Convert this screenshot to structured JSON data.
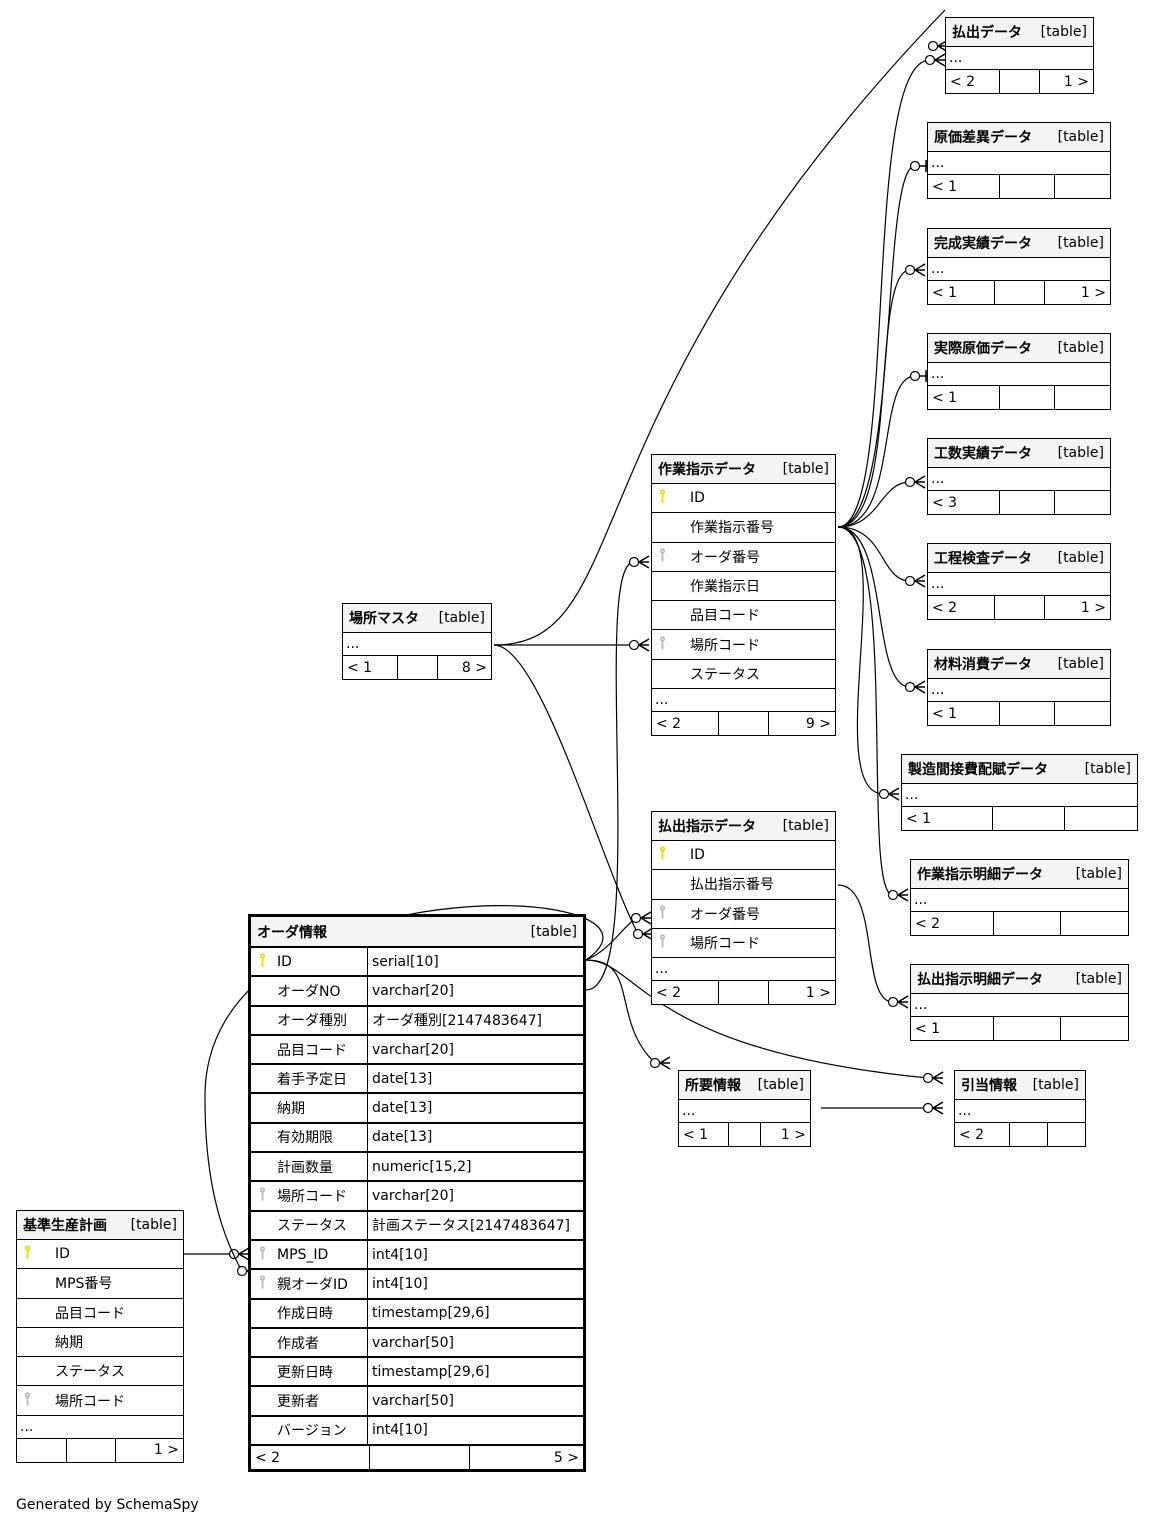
{
  "footer": "Generated by SchemaSpy",
  "type_label": "[table]",
  "ellipsis": "...",
  "colors": {
    "pk_key": "#e0e000",
    "fk_key": "#b8b8b8",
    "header_bg": "#f4f4f4",
    "line": "#000000"
  },
  "tables": {
    "haraidashi_data": {
      "name": "払出データ",
      "parents": "< 2",
      "children": "1 >"
    },
    "genka_sai": {
      "name": "原価差異データ",
      "parents": "< 1",
      "children": ""
    },
    "kansei_jisseki": {
      "name": "完成実績データ",
      "parents": "< 1",
      "children": "1 >"
    },
    "jissai_genka": {
      "name": "実際原価データ",
      "parents": "< 1",
      "children": ""
    },
    "kosu_jisseki": {
      "name": "工数実績データ",
      "parents": "< 3",
      "children": ""
    },
    "kotei_kensa": {
      "name": "工程検査データ",
      "parents": "< 2",
      "children": "1 >"
    },
    "zairyo_shohi": {
      "name": "材料消費データ",
      "parents": "< 1",
      "children": ""
    },
    "seizo_kansetsu": {
      "name": "製造間接費配賦データ",
      "parents": "< 1",
      "children": ""
    },
    "sagyo_meisai": {
      "name": "作業指示明細データ",
      "parents": "< 2",
      "children": ""
    },
    "harai_meisai": {
      "name": "払出指示明細データ",
      "parents": "< 1",
      "children": ""
    },
    "hikiate": {
      "name": "引当情報",
      "parents": "< 2",
      "children": ""
    },
    "shoyo": {
      "name": "所要情報",
      "parents": "< 1",
      "children": "1 >"
    },
    "basho_master": {
      "name": "場所マスタ",
      "parents": "< 1",
      "children": "8 >"
    },
    "sagyo_shiji": {
      "name": "作業指示データ",
      "parents": "< 2",
      "children": "9 >",
      "columns": [
        {
          "name": "ID",
          "key": "pk"
        },
        {
          "name": "作業指示番号",
          "key": ""
        },
        {
          "name": "オーダ番号",
          "key": "fk"
        },
        {
          "name": "作業指示日",
          "key": ""
        },
        {
          "name": "品目コード",
          "key": ""
        },
        {
          "name": "場所コード",
          "key": "fk"
        },
        {
          "name": "ステータス",
          "key": ""
        }
      ]
    },
    "harai_shiji": {
      "name": "払出指示データ",
      "parents": "< 2",
      "children": "1 >",
      "columns": [
        {
          "name": "ID",
          "key": "pk"
        },
        {
          "name": "払出指示番号",
          "key": ""
        },
        {
          "name": "オーダ番号",
          "key": "fk"
        },
        {
          "name": "場所コード",
          "key": "fk"
        }
      ]
    },
    "kijun_seisan": {
      "name": "基準生産計画",
      "parents": "",
      "children": "1 >",
      "columns": [
        {
          "name": "ID",
          "key": "pk"
        },
        {
          "name": "MPS番号",
          "key": ""
        },
        {
          "name": "品目コード",
          "key": ""
        },
        {
          "name": "納期",
          "key": ""
        },
        {
          "name": "ステータス",
          "key": ""
        },
        {
          "name": "場所コード",
          "key": "fk"
        }
      ]
    },
    "order_joho": {
      "name": "オーダ情報",
      "parents": "< 2",
      "children": "5 >",
      "columns": [
        {
          "name": "ID",
          "type": "serial[10]",
          "key": "pk"
        },
        {
          "name": "オーダNO",
          "type": "varchar[20]",
          "key": ""
        },
        {
          "name": "オーダ種別",
          "type": "オーダ種別[2147483647]",
          "key": ""
        },
        {
          "name": "品目コード",
          "type": "varchar[20]",
          "key": ""
        },
        {
          "name": "着手予定日",
          "type": "date[13]",
          "key": ""
        },
        {
          "name": "納期",
          "type": "date[13]",
          "key": ""
        },
        {
          "name": "有効期限",
          "type": "date[13]",
          "key": ""
        },
        {
          "name": "計画数量",
          "type": "numeric[15,2]",
          "key": ""
        },
        {
          "name": "場所コード",
          "type": "varchar[20]",
          "key": "fk"
        },
        {
          "name": "ステータス",
          "type": "計画ステータス[2147483647]",
          "key": ""
        },
        {
          "name": "MPS_ID",
          "type": "int4[10]",
          "key": "fk"
        },
        {
          "name": "親オーダID",
          "type": "int4[10]",
          "key": "fk"
        },
        {
          "name": "作成日時",
          "type": "timestamp[29,6]",
          "key": ""
        },
        {
          "name": "作成者",
          "type": "varchar[50]",
          "key": ""
        },
        {
          "name": "更新日時",
          "type": "timestamp[29,6]",
          "key": ""
        },
        {
          "name": "更新者",
          "type": "varchar[50]",
          "key": ""
        },
        {
          "name": "バージョン",
          "type": "int4[10]",
          "key": ""
        }
      ]
    }
  }
}
